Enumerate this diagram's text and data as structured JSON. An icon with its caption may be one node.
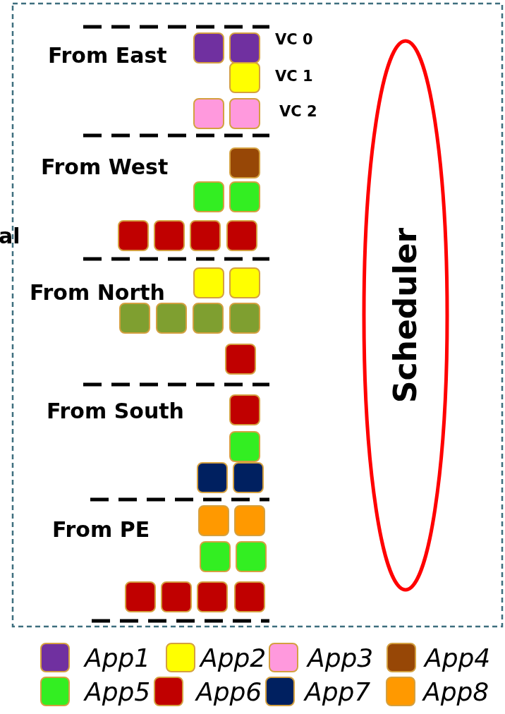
{
  "diagram": {
    "nodes": [
      {
        "text": [
          "Scheduler"
        ]
      }
    ],
    "labels": [
      "From East",
      "VC 0",
      "VC 1",
      "VC 2",
      "From West",
      "al",
      "From North",
      "From South",
      "From PE"
    ],
    "legend": [
      {
        "text": "App1",
        "color": "#7030a0"
      },
      {
        "text": "App2",
        "color": "#ffff00"
      },
      {
        "text": "App3",
        "color": "#ff99dd"
      },
      {
        "text": "App4",
        "color": "#974706"
      },
      {
        "text": "App5",
        "color": "#33ee22"
      },
      {
        "text": "App6",
        "color": "#c00000"
      },
      {
        "text": "App7",
        "color": "#002060"
      },
      {
        "text": "App8",
        "color": "#ff9900"
      }
    ]
  }
}
